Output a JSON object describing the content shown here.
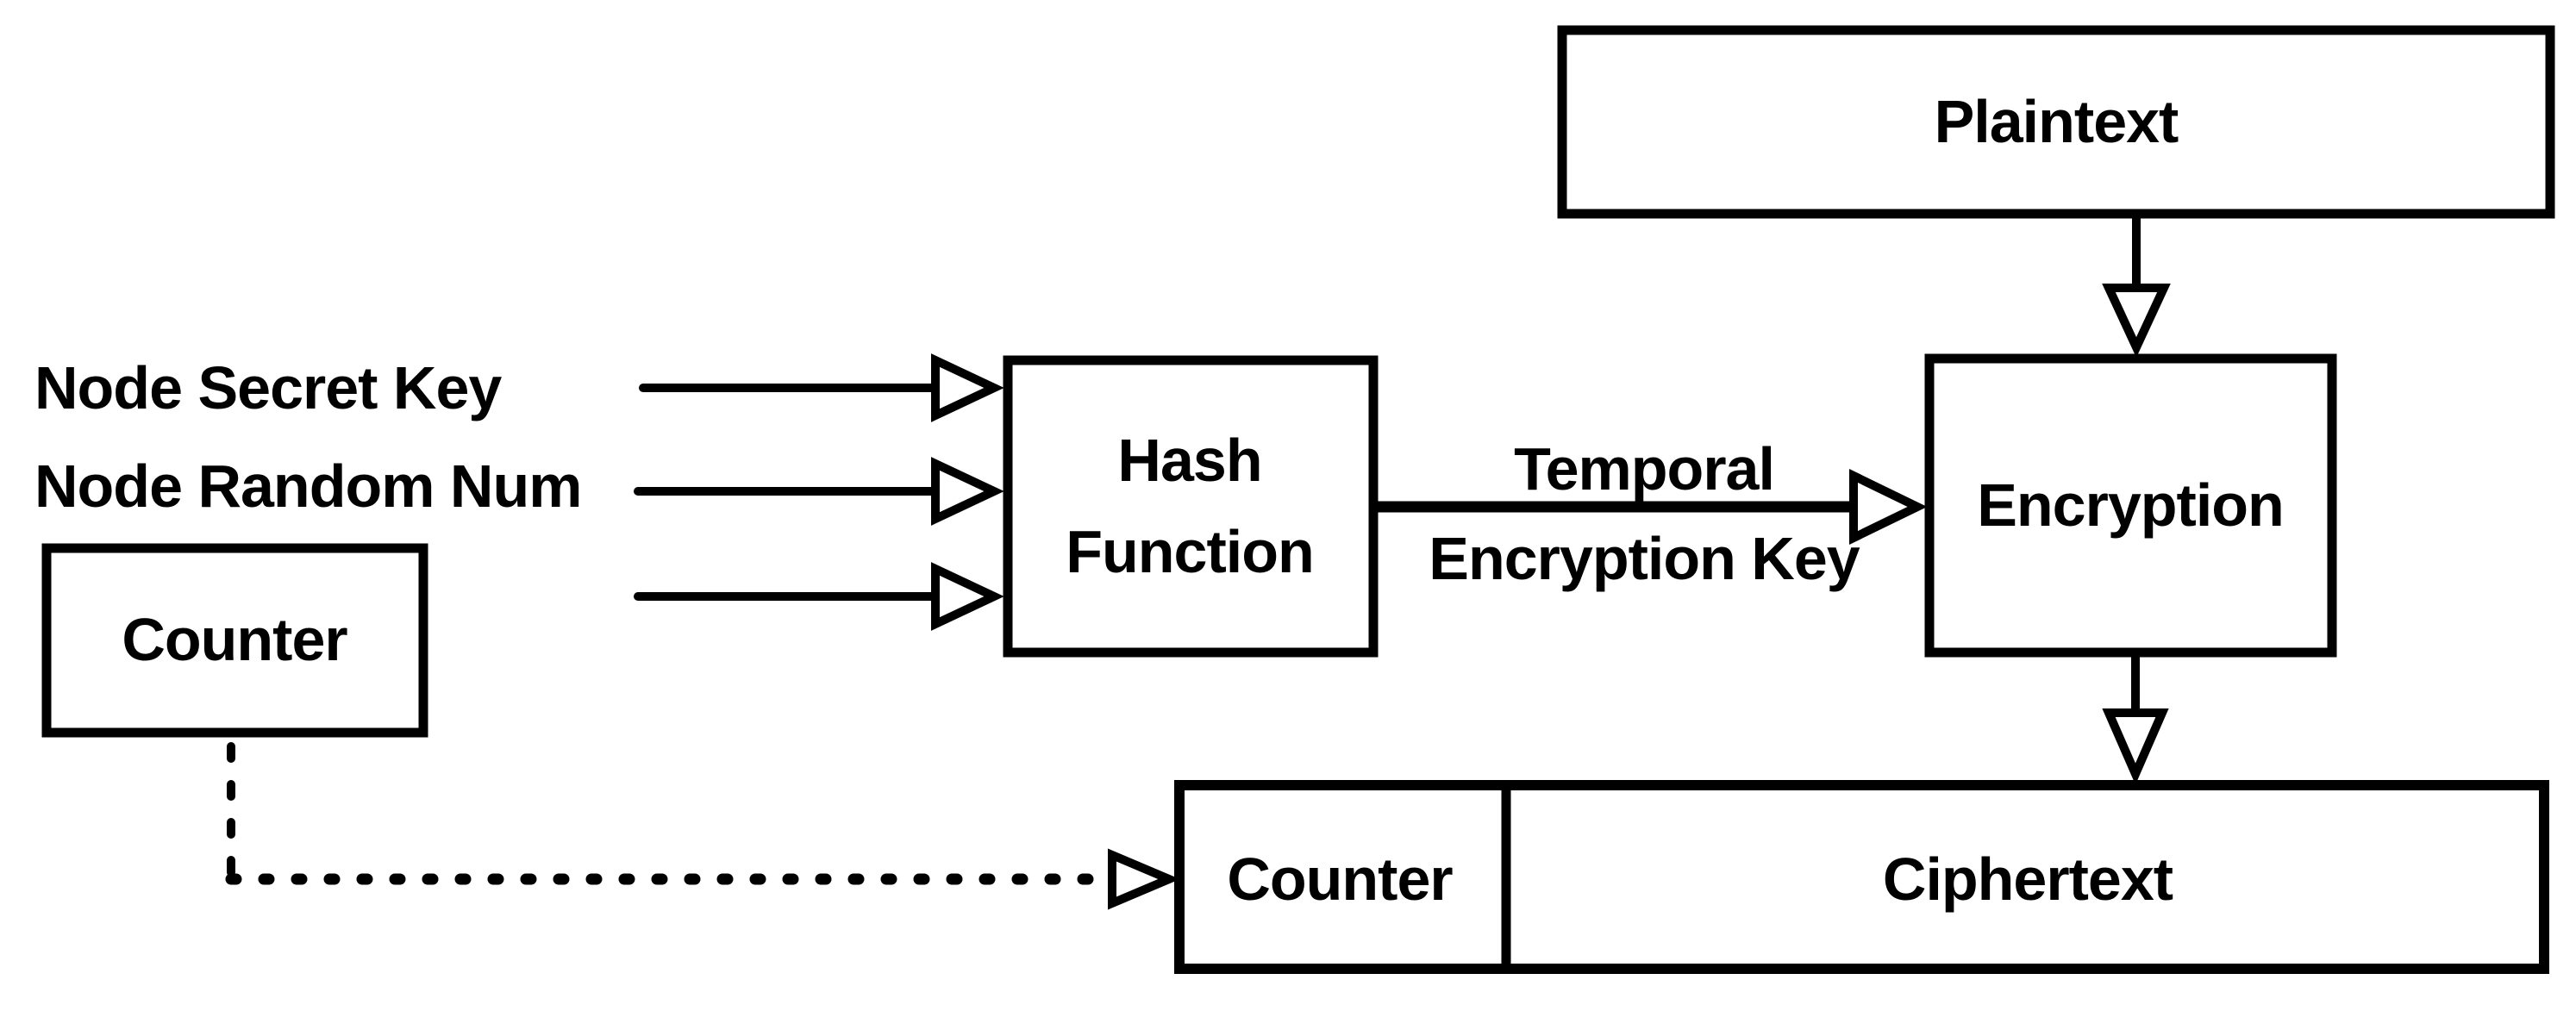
{
  "diagram": {
    "colors": {
      "ink": "#000000",
      "paper": "#ffffff"
    },
    "boxes": {
      "plaintext": {
        "label": "Plaintext"
      },
      "hash_function": {
        "lines": [
          "Hash",
          "Function"
        ]
      },
      "encryption": {
        "label": "Encryption"
      },
      "counter_source": {
        "label": "Counter"
      },
      "output": {
        "counter_label": "Counter",
        "ciphertext_label": "Ciphertext"
      }
    },
    "input_labels": {
      "secret_key": "Node Secret Key",
      "random_num": "Node Random Num"
    },
    "arrow_label": {
      "line1": "Temporal",
      "line2": "Encryption Key"
    }
  }
}
